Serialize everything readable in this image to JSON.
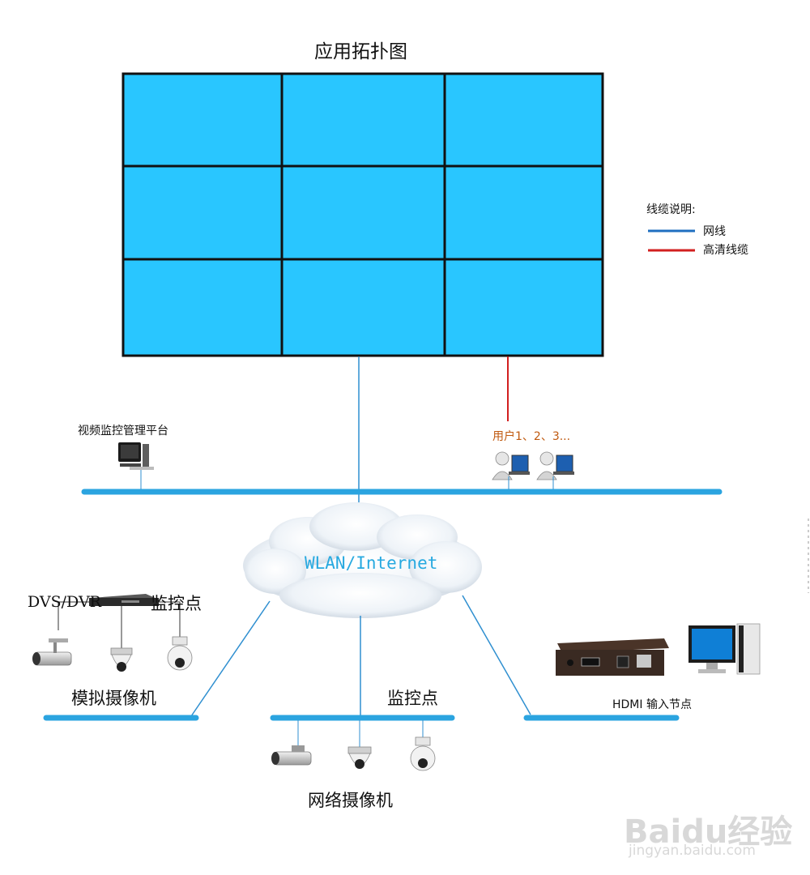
{
  "title": "应用拓扑图",
  "legend": {
    "title": "线缆说明:",
    "items": [
      {
        "label": "网线",
        "color": "#1f6fc0"
      },
      {
        "label": "高清线缆",
        "color": "#d21f1f"
      }
    ]
  },
  "colors": {
    "screen": "#29c6ff",
    "screen_border": "#111111",
    "bus": "#2ba4e0",
    "network_line": "#2f8fd0",
    "hd_line": "#d21f1f"
  },
  "video_wall": {
    "rows": 3,
    "cols": 3
  },
  "labels": {
    "platform": "视频监控管理平台",
    "users": "用户1、2、3...",
    "cloud": "WLAN/Internet",
    "dvs_dvr": "DVS/DVR",
    "monitor_point_analog": "监控点",
    "analog_cameras": "模拟摄像机",
    "monitor_point_network": "监控点",
    "hdmi_node": "HDMI 输入节点",
    "network_cameras": "网络摄像机"
  },
  "watermark": {
    "logo": "Baidu经验",
    "url": "jingyan.baidu.com"
  }
}
